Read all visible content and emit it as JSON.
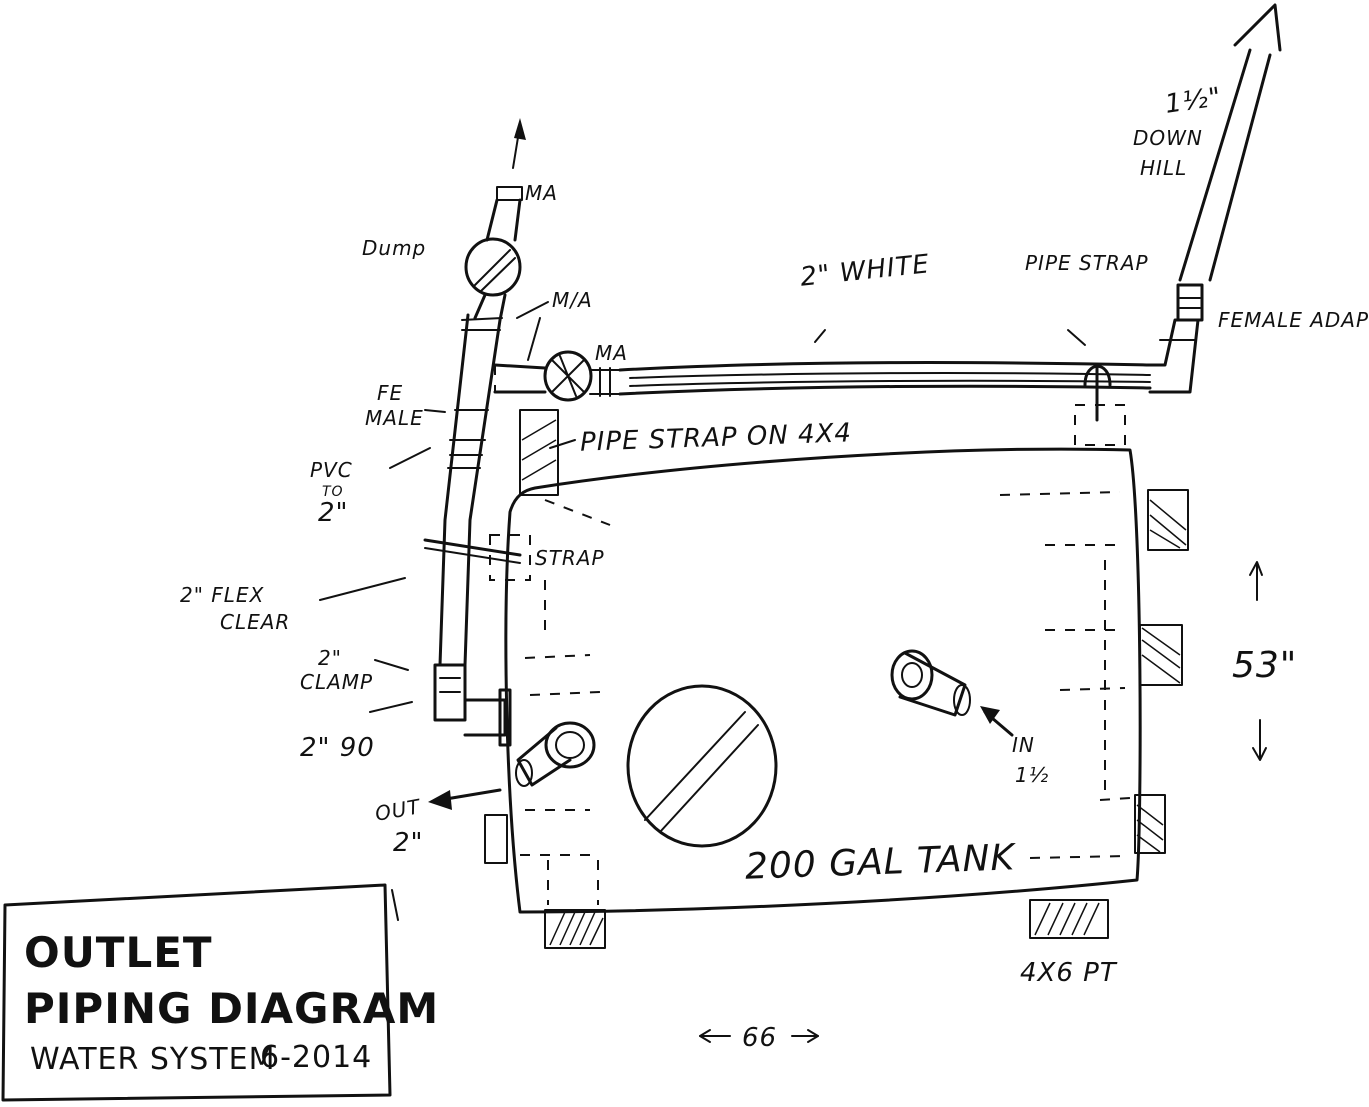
{
  "labels": {
    "ma_top": "MA",
    "dump": "Dump",
    "ma_mid": "M/A",
    "ma_right": "MA",
    "two_white": "2\" WHITE",
    "pipe_strap_top": "PIPE STRAP",
    "one_half": "1½\"",
    "down": "DOWN",
    "hill": "HILL",
    "female_adapter": "FEMALE ADAPT",
    "fe": "FE",
    "male": "MALE",
    "pipe_strap_4x4": "PIPE STRAP ON 4X4",
    "pvc": "PVC",
    "to": "TO",
    "two_in": "2\"",
    "strap": "STRAP",
    "flex_line1": "2\" FLEX",
    "flex_line2": "CLEAR",
    "clamp_line1": "2\"",
    "clamp_line2": "CLAMP",
    "two_90": "2\" 90",
    "out_line1": "OUT",
    "out_line2": "2\"",
    "in_line1": "IN",
    "in_line2": "1½",
    "tank": "200 GAL TANK",
    "height": "53\"",
    "width": "66",
    "pt": "4X6 PT"
  },
  "title_block": {
    "line1": "OUTLET",
    "line2": "PIPING DIAGRAM",
    "line3": "WATER SYSTEM",
    "date": "6-2014"
  }
}
